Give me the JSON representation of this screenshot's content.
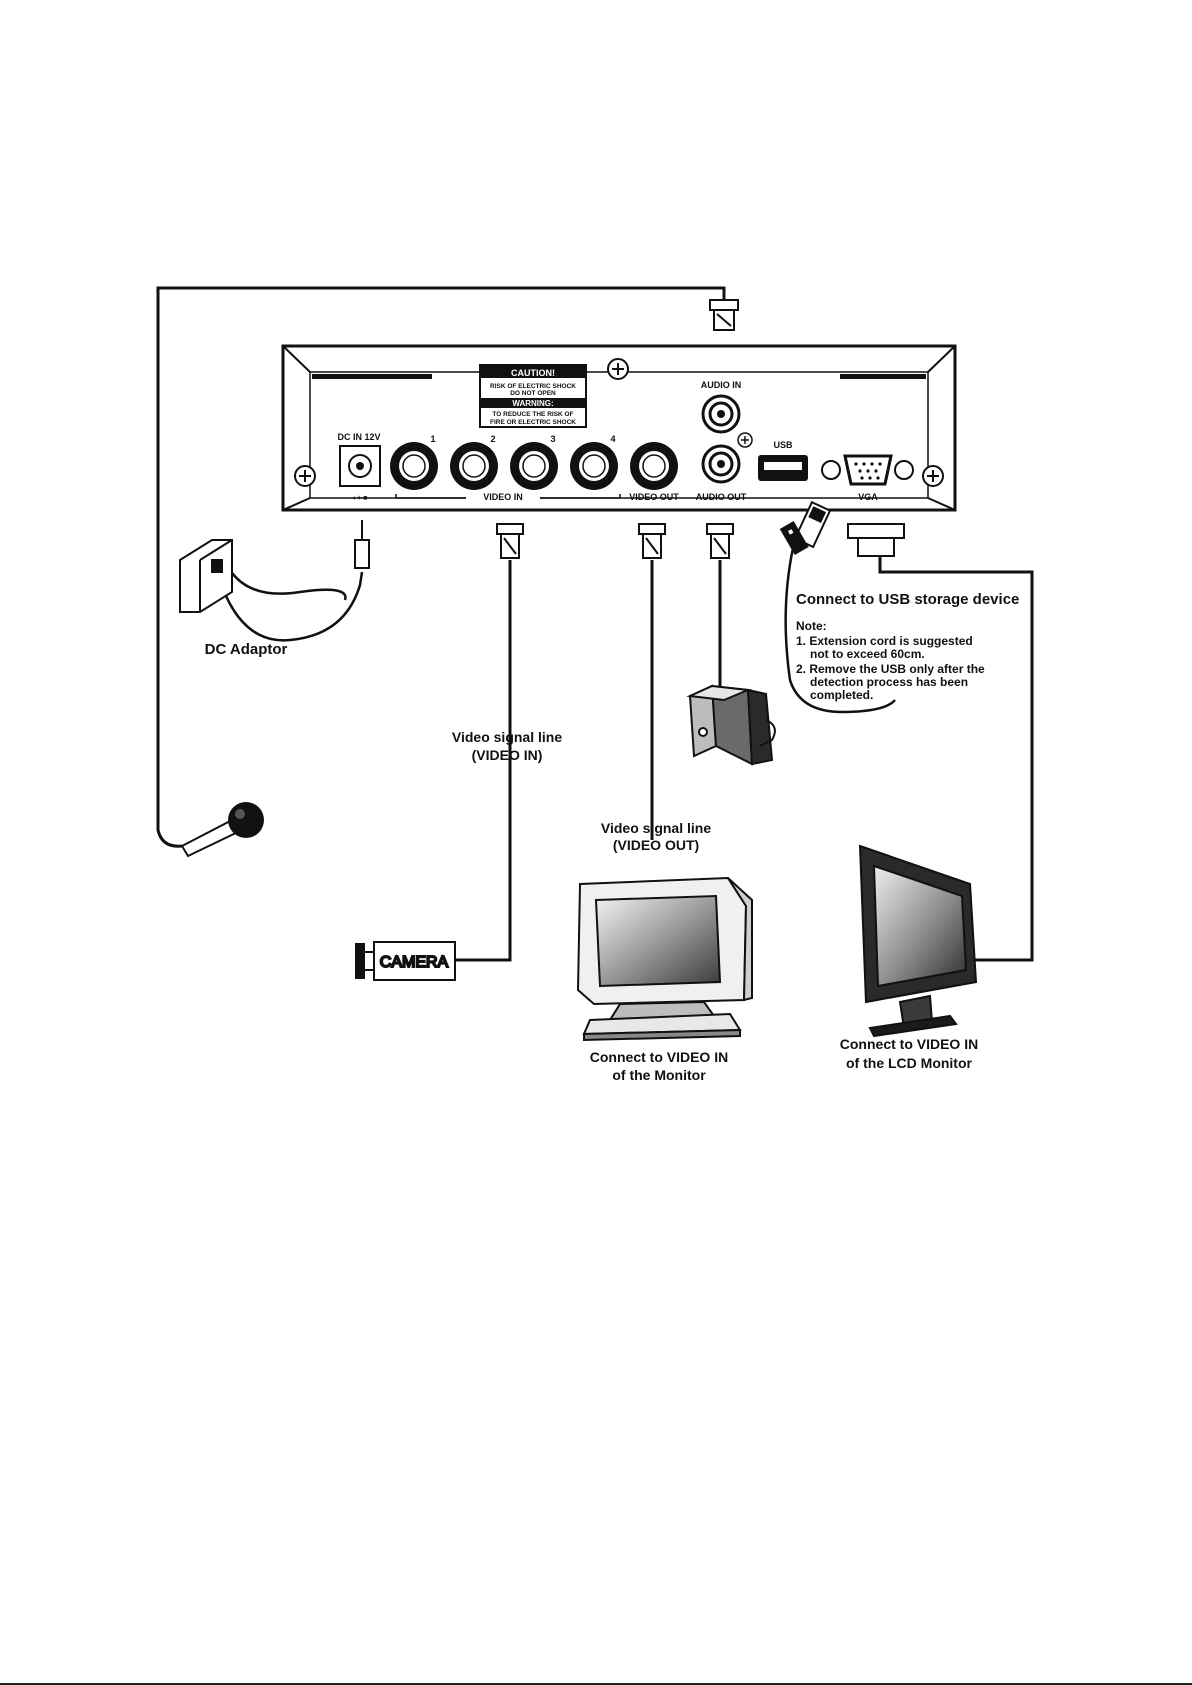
{
  "panel": {
    "caution_title": "CAUTION!",
    "caution_line1": "RISK OF ELECTRIC SHOCK",
    "caution_line2": "DO NOT OPEN",
    "warning_title": "WARNING:",
    "warning_line1": "TO REDUCE THE RISK OF",
    "warning_line2": "FIRE OR ELECTRIC SHOCK",
    "dc_in": "DC IN 12V",
    "video_in": "VIDEO IN",
    "port_numbers": [
      "1",
      "2",
      "3",
      "4"
    ],
    "video_out": "VIDEO OUT",
    "audio_in": "AUDIO IN",
    "audio_out": "AUDIO OUT",
    "usb": "USB",
    "vga": "VGA"
  },
  "labels": {
    "dc_adaptor": "DC Adaptor",
    "video_signal_in_1": "Video signal line",
    "video_signal_in_2": "(VIDEO IN)",
    "video_signal_out_1": "Video signal line",
    "video_signal_out_2": "(VIDEO OUT)",
    "camera": "CAMERA",
    "monitor_1": "Connect to VIDEO IN",
    "monitor_2": "of the Monitor",
    "lcd_1": "Connect to VIDEO IN",
    "lcd_2": "of the LCD Monitor",
    "usb_device": "Connect to USB storage device",
    "note_title": "Note:",
    "note_1a": "1. Extension cord is  suggested",
    "note_1b": "not to exceed 60cm.",
    "note_2a": "2. Remove the USB only after the",
    "note_2b": "detection process has been",
    "note_2c": "completed."
  }
}
